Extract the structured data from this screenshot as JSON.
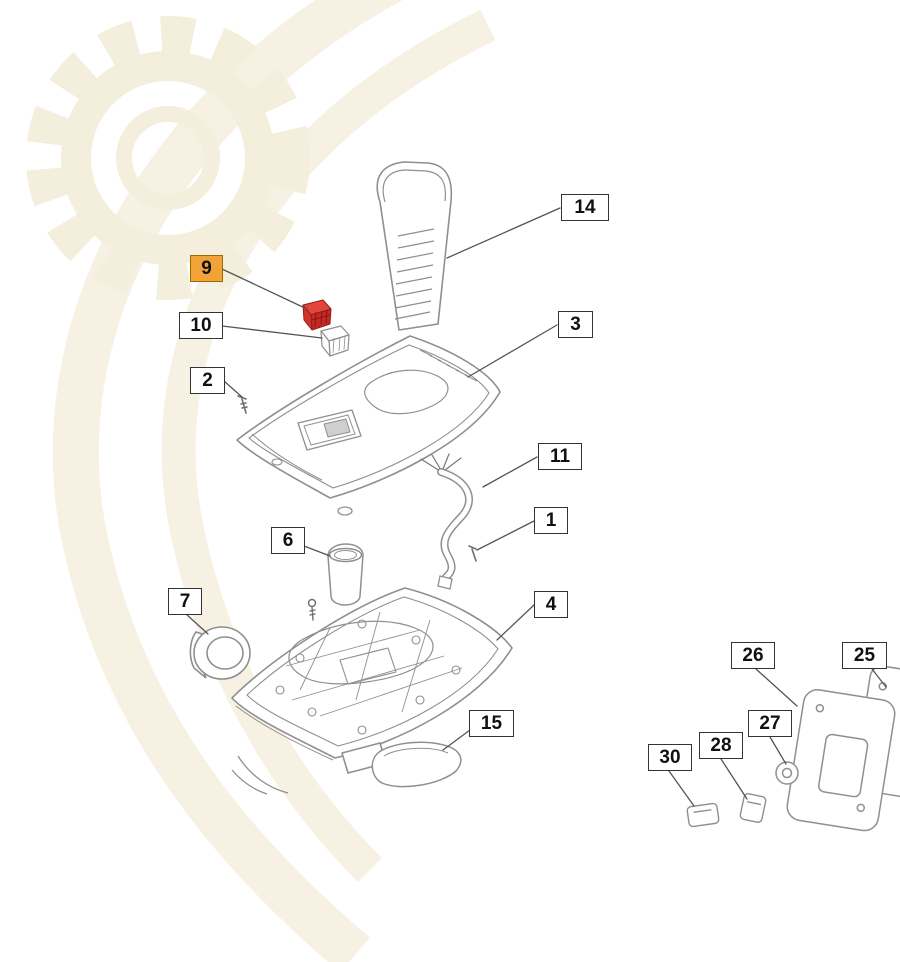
{
  "diagram": {
    "type": "exploded-parts-diagram",
    "description": "Exploded view parts diagram of mower deck assembly with numbered callouts",
    "labels": [
      {
        "id": "14",
        "text": "14",
        "highlighted": false
      },
      {
        "id": "9",
        "text": "9",
        "highlighted": true
      },
      {
        "id": "10",
        "text": "10",
        "highlighted": false
      },
      {
        "id": "3",
        "text": "3",
        "highlighted": false
      },
      {
        "id": "2",
        "text": "2",
        "highlighted": false
      },
      {
        "id": "11",
        "text": "11",
        "highlighted": false
      },
      {
        "id": "1",
        "text": "1",
        "highlighted": false
      },
      {
        "id": "6",
        "text": "6",
        "highlighted": false
      },
      {
        "id": "7",
        "text": "7",
        "highlighted": false
      },
      {
        "id": "4",
        "text": "4",
        "highlighted": false
      },
      {
        "id": "15",
        "text": "15",
        "highlighted": false
      },
      {
        "id": "26",
        "text": "26",
        "highlighted": false
      },
      {
        "id": "25",
        "text": "25",
        "highlighted": false
      },
      {
        "id": "27",
        "text": "27",
        "highlighted": false
      },
      {
        "id": "28",
        "text": "28",
        "highlighted": false
      },
      {
        "id": "30",
        "text": "30",
        "highlighted": false
      }
    ],
    "colors": {
      "label_highlight_bg": "#F2A338",
      "label_highlight_border": "#9C6B00",
      "part_highlight": "#D23227",
      "diagram_line": "#8F8F8F",
      "leader_line": "#555555",
      "label_border": "#333333",
      "watermark": "#F6F1E2"
    }
  }
}
